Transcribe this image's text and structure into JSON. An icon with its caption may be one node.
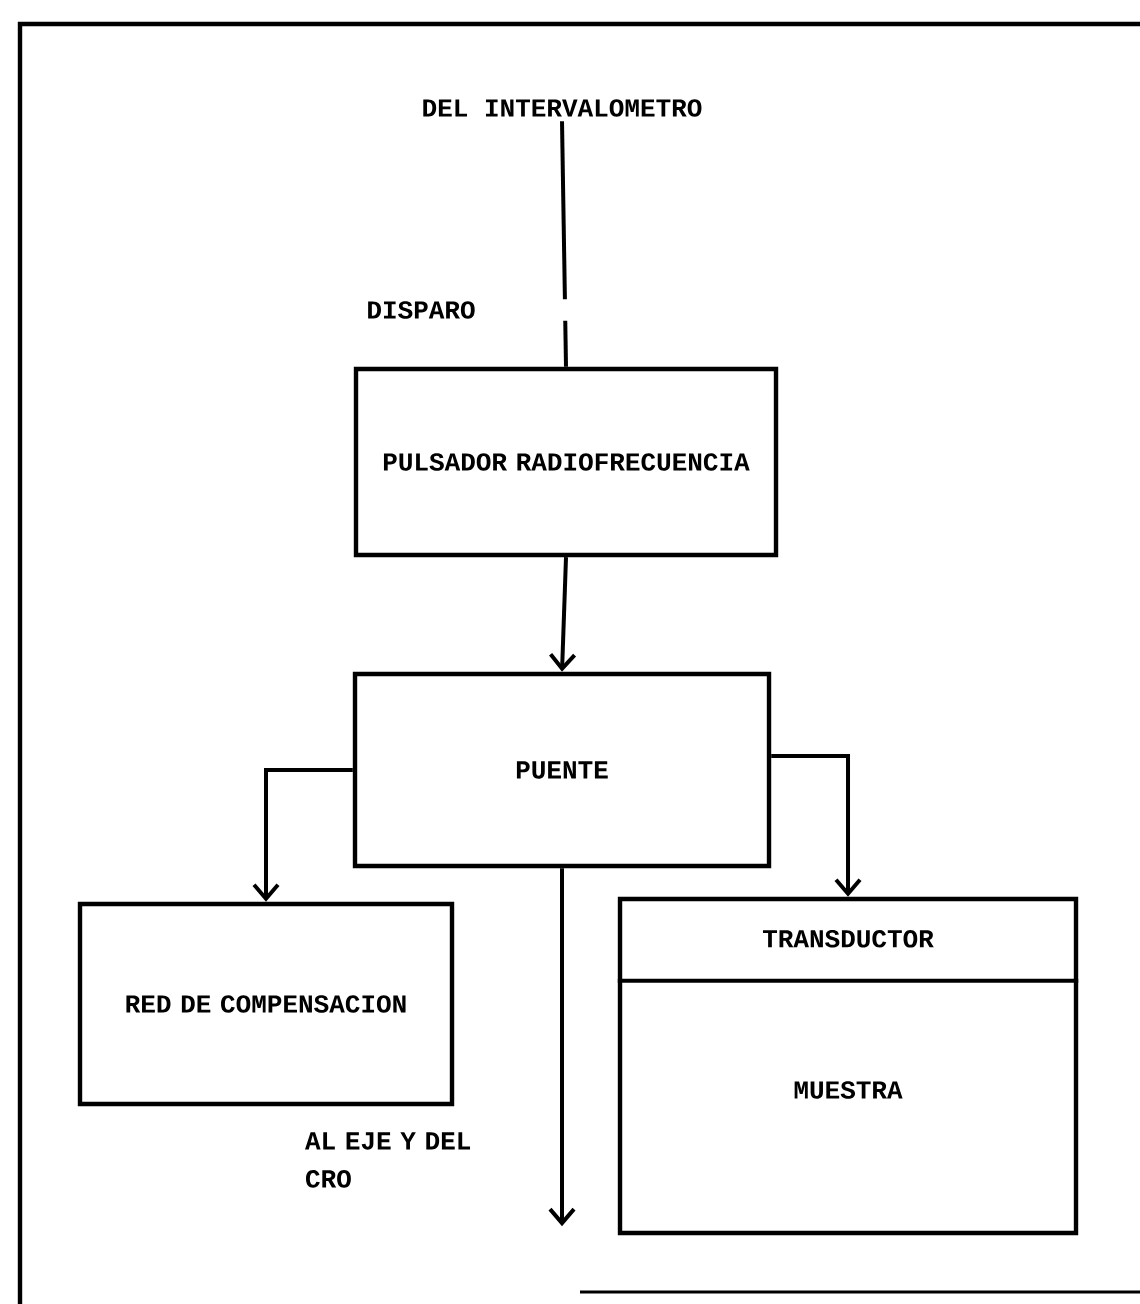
{
  "diagram": {
    "nodes": [
      {
        "text": [
          "DEL INTERVALOMETRO"
        ]
      },
      {
        "text": [
          "PULSADOR RADIOFRECUENCIA"
        ]
      },
      {
        "text": [
          "PUENTE"
        ]
      },
      {
        "text": [
          "RED DE COMPENSACION"
        ]
      },
      {
        "text": [
          "TRANSDUCTOR",
          "MUESTRA"
        ]
      }
    ],
    "edges": [
      {
        "from": 0,
        "to": 1,
        "arrow": "none",
        "label": "DISPARO"
      },
      {
        "from": 1,
        "to": 2,
        "arrow": "to"
      },
      {
        "from": 2,
        "to": 3,
        "arrow": "to"
      },
      {
        "from": 2,
        "to": 4,
        "arrow": "to"
      },
      {
        "from": 2,
        "to": null,
        "arrow": "to",
        "label": "AL EJE Y DEL CRO"
      }
    ]
  }
}
